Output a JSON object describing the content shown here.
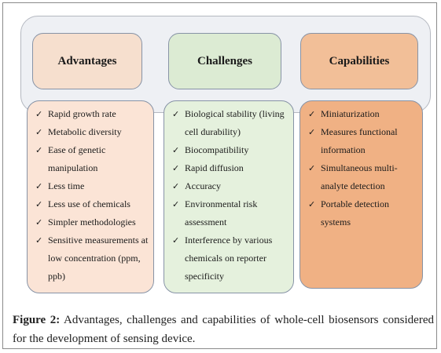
{
  "diagram": {
    "columns": [
      {
        "title": "Advantages",
        "items": [
          "Rapid growth rate",
          "Metabolic diversity",
          "Ease of genetic manipulation",
          "Less time",
          "Less use of chemicals",
          "Simpler methodologies",
          "Sensitive measurements at low concentration (ppm, ppb)"
        ]
      },
      {
        "title": "Challenges",
        "items": [
          "Biological stability (living cell durability)",
          "Biocompatibility",
          "Rapid diffusion",
          "Accuracy",
          "Environmental risk assessment",
          "Interference by various chemicals on reporter specificity"
        ]
      },
      {
        "title": "Capabilities",
        "items": [
          "Miniaturization",
          "Measures functional information",
          "Simultaneous multi-analyte detection",
          "Portable detection systems"
        ]
      }
    ],
    "check_glyph": "✓",
    "colors": {
      "advantages": "#f6dfce",
      "challenges": "#dcebd3",
      "capabilities": "#f2bf98"
    }
  },
  "caption": {
    "label": "Figure 2:",
    "text": " Advantages, challenges and capabilities of whole-cell biosensors considered for the development of sensing device."
  }
}
